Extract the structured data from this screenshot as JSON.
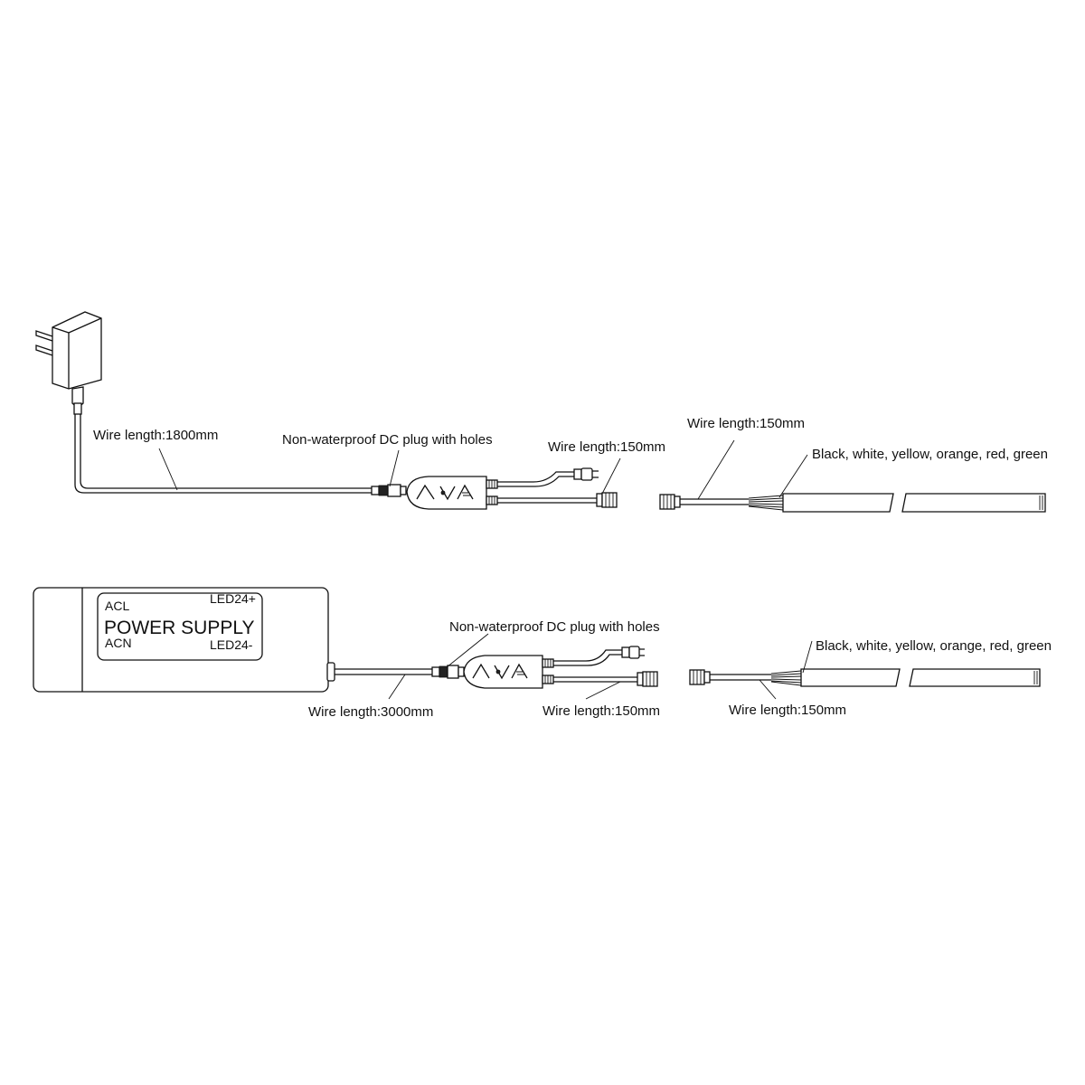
{
  "top_kit": {
    "adapter_wire_label": "Wire length:1800mm",
    "dc_plug_label": "Non-waterproof DC plug with holes",
    "controller_output_wire_label": "Wire length:150mm",
    "strip_lead_wire_label": "Wire length:150mm",
    "strip_wire_colors_label": "Black, white, yellow, orange, red, green"
  },
  "power_supply": {
    "title": "POWER SUPPLY",
    "terminal_acl": "ACL",
    "terminal_acn": "ACN",
    "terminal_led_pos": "LED24+",
    "terminal_led_neg": "LED24-"
  },
  "bottom_kit": {
    "supply_wire_label": "Wire length:3000mm",
    "dc_plug_label": "Non-waterproof DC plug with holes",
    "controller_output_wire_label": "Wire length:150mm",
    "strip_lead_wire_label": "Wire length:150mm",
    "strip_wire_colors_label": "Black, white, yellow, orange, red, green"
  }
}
